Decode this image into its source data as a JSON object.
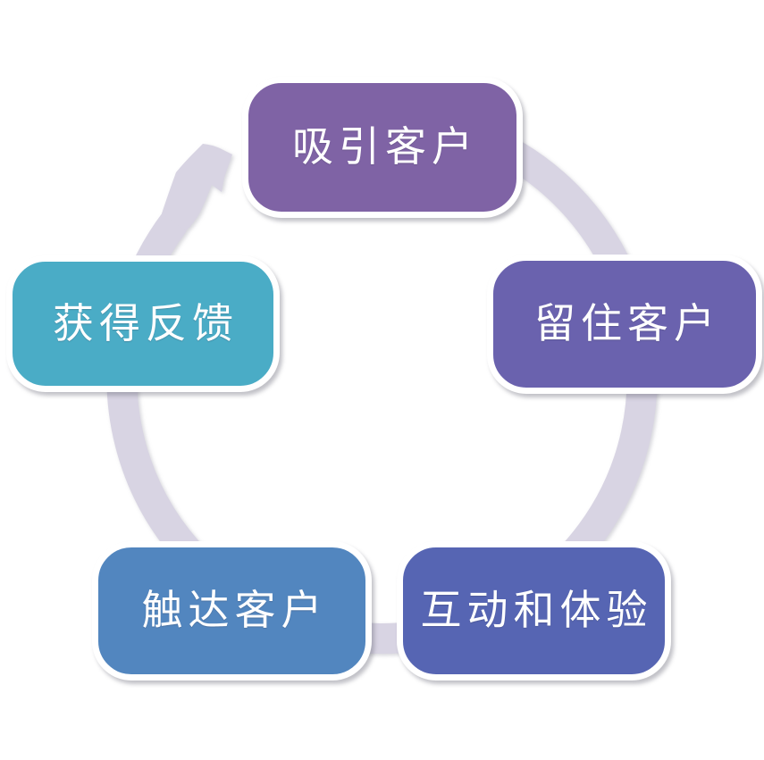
{
  "diagram": {
    "type": "cycle",
    "background_color": "#ffffff",
    "ring_color": "#d8d4e3",
    "arrow_direction": "clockwise",
    "nodes": [
      {
        "label": "吸引客户",
        "position": "top",
        "color": "#7f63a5",
        "text_color": "#ffffff"
      },
      {
        "label": "留住客户",
        "position": "right",
        "color": "#6a62ae",
        "text_color": "#ffffff"
      },
      {
        "label": "互动和体验",
        "position": "bottom-right",
        "color": "#5665b3",
        "text_color": "#ffffff"
      },
      {
        "label": "触达客户",
        "position": "bottom-left",
        "color": "#5286bf",
        "text_color": "#ffffff"
      },
      {
        "label": "获得反馈",
        "position": "left",
        "color": "#4aacc6",
        "text_color": "#ffffff"
      }
    ]
  }
}
